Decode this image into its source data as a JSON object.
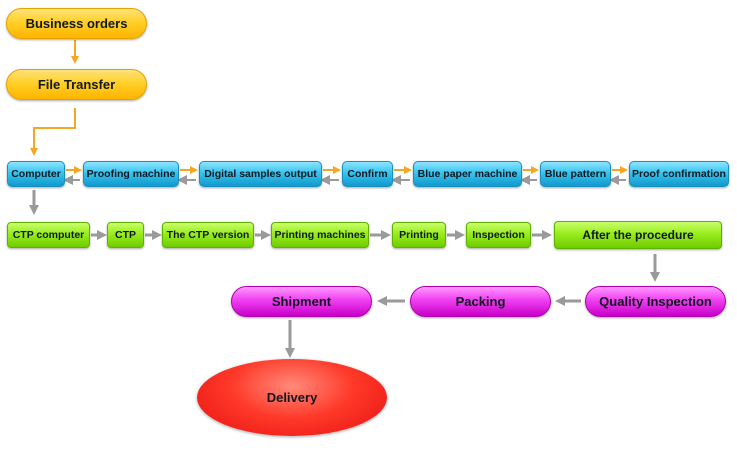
{
  "nodes": {
    "business_orders": "Business orders",
    "file_transfer": "File Transfer",
    "computer": "Computer",
    "proofing_machine": "Proofing machine",
    "digital_samples_output": "Digital samples output",
    "confirm": "Confirm",
    "blue_paper_machine": "Blue paper machine",
    "blue_pattern": "Blue pattern",
    "proof_confirmation": "Proof confirmation",
    "ctp_computer": "CTP computer",
    "ctp": "CTP",
    "ctp_version": "The CTP version",
    "printing_machines": "Printing machines",
    "printing": "Printing",
    "inspection": "Inspection",
    "after_procedure": "After the procedure",
    "quality_inspection": "Quality Inspection",
    "packing": "Packing",
    "shipment": "Shipment",
    "delivery": "Delivery"
  },
  "colors": {
    "orange_arrow": "#f5a623",
    "gray_arrow": "#9a9a9a"
  }
}
